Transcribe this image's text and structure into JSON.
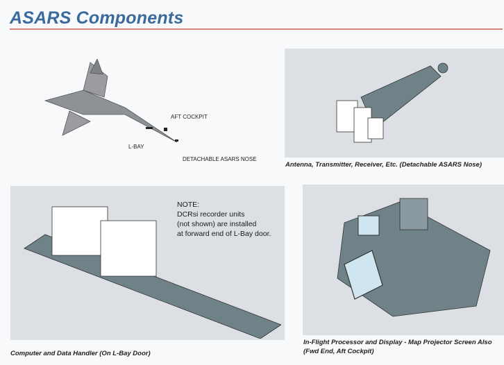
{
  "header": {
    "title": "ASARS Components"
  },
  "aircraft_view": {
    "labels": {
      "aft_cockpit": "AFT COCKPIT",
      "l_bay": "L-BAY",
      "nose": "DETACHABLE ASARS NOSE"
    }
  },
  "panels": {
    "nose": {
      "caption": "Antenna, Transmitter, Receiver, Etc. (Detachable ASARS Nose)"
    },
    "cdh": {
      "caption": "Computer and Data Handler (On L-Bay Door)",
      "note_title": "NOTE:",
      "note_lines": [
        "DCRsi recorder units",
        "(not shown) are installed",
        "at forward end of L-Bay door."
      ]
    },
    "processor": {
      "caption_line1": "In-Flight Processor and Display - Map Projector Screen Also",
      "caption_line2": "(Fwd End, Aft Cockpit)"
    }
  }
}
